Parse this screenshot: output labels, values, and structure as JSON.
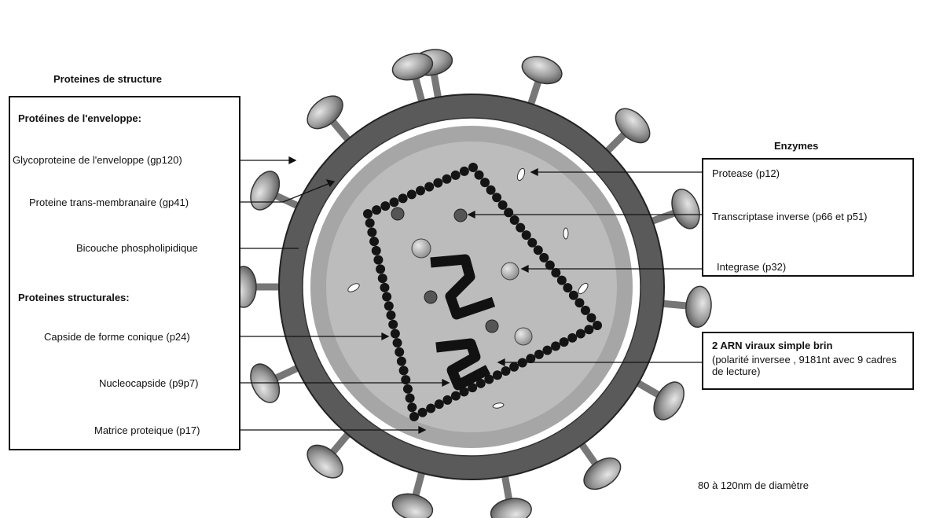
{
  "left": {
    "title": "Proteines de structure",
    "envelope_header": "Protéines de l'enveloppe:",
    "items_envelope": [
      "Glycoproteine de l'enveloppe (gp120)",
      "Proteine trans-membranaire (gp41)",
      "Bicouche phospholipidique"
    ],
    "structural_header": "Proteines structurales:",
    "items_structural": [
      "Capside de forme conique (p24)",
      "Nucleocapside (p9p7)",
      "Matrice proteique (p17)"
    ]
  },
  "right": {
    "enzymes_title": "Enzymes",
    "enzymes": [
      "Protease (p12)",
      "Transcriptase inverse (p66 et p51)",
      "Integrase (p32)"
    ],
    "rna_title": "2 ARN viraux simple brin",
    "rna_desc": "(polarité inversee , 9181nt avec 9 cadres de lecture)",
    "size_note": "80 à 120nm de diamètre"
  },
  "colors": {
    "outer_ring": "#5a5a5a",
    "white_ring": "#ffffff",
    "matrix": "#a9a9a9",
    "core": "#bdbdbd",
    "capsid_beads": "#141414",
    "spike": "#8f8f8f"
  }
}
